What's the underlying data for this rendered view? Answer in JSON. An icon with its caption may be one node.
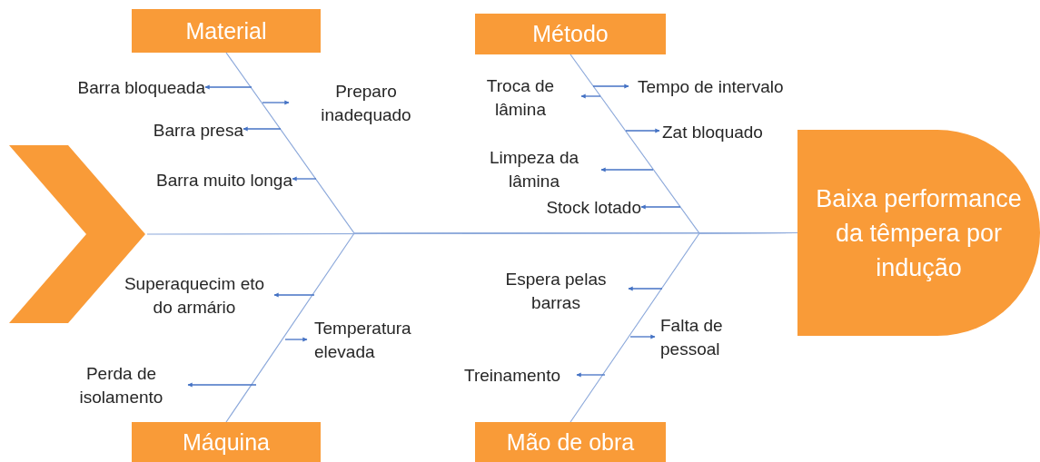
{
  "diagram": {
    "nodes": [
      {
        "text": [],
        "shape": "chevron"
      },
      {
        "text": [
          "Material"
        ]
      },
      {
        "text": [
          "Método"
        ]
      },
      {
        "text": [
          "Barra bloqueada"
        ]
      },
      {
        "text": [
          "Preparo inadequado"
        ]
      },
      {
        "text": [
          "Troca de lâmina"
        ]
      },
      {
        "text": [
          "Tempo de intervalo"
        ]
      },
      {
        "text": [
          "Barra presa"
        ]
      },
      {
        "text": [
          "Zat bloquado"
        ]
      },
      {
        "text": [
          "Limpeza da lâmina"
        ]
      },
      {
        "text": [
          "Baixa performance da têmpera por indução"
        ]
      },
      {
        "text": [
          "Barra muito longa"
        ]
      },
      {
        "text": [
          "Stock lotado"
        ]
      },
      {
        "text": [
          "Superaquecim eto do armário"
        ]
      },
      {
        "text": [
          "Espera pelas barras"
        ]
      },
      {
        "text": [
          "Temperatura elevada"
        ]
      },
      {
        "text": [
          "Falta de pessoal"
        ]
      },
      {
        "text": [
          "Perda de isolamento"
        ]
      },
      {
        "text": [
          "Treinamento"
        ]
      },
      {
        "text": [
          "Máquina"
        ]
      },
      {
        "text": [
          "Mão de obra"
        ]
      }
    ],
    "edges": [
      {
        "from": 0,
        "to": 10,
        "arrow": "none"
      },
      {
        "from": 1,
        "to": 10,
        "arrow": "none"
      },
      {
        "from": 2,
        "to": 10,
        "arrow": "none"
      },
      {
        "from": 19,
        "to": 10,
        "arrow": "none"
      },
      {
        "from": 20,
        "to": 10,
        "arrow": "none"
      },
      {
        "from": null,
        "to": 3,
        "arrow": "to"
      },
      {
        "from": null,
        "to": 4,
        "arrow": "to"
      },
      {
        "from": null,
        "to": 5,
        "arrow": "to"
      },
      {
        "from": null,
        "to": 6,
        "arrow": "to"
      },
      {
        "from": null,
        "to": 7,
        "arrow": "to"
      },
      {
        "from": null,
        "to": 8,
        "arrow": "to"
      },
      {
        "from": null,
        "to": 9,
        "arrow": "to"
      },
      {
        "from": null,
        "to": 11,
        "arrow": "to"
      },
      {
        "from": null,
        "to": 12,
        "arrow": "to"
      },
      {
        "from": null,
        "to": 13,
        "arrow": "to"
      },
      {
        "from": null,
        "to": 14,
        "arrow": "to"
      },
      {
        "from": null,
        "to": 15,
        "arrow": "to"
      },
      {
        "from": null,
        "to": 16,
        "arrow": "to"
      },
      {
        "from": null,
        "to": 17,
        "arrow": "to"
      },
      {
        "from": null,
        "to": 18,
        "arrow": "to"
      }
    ]
  }
}
